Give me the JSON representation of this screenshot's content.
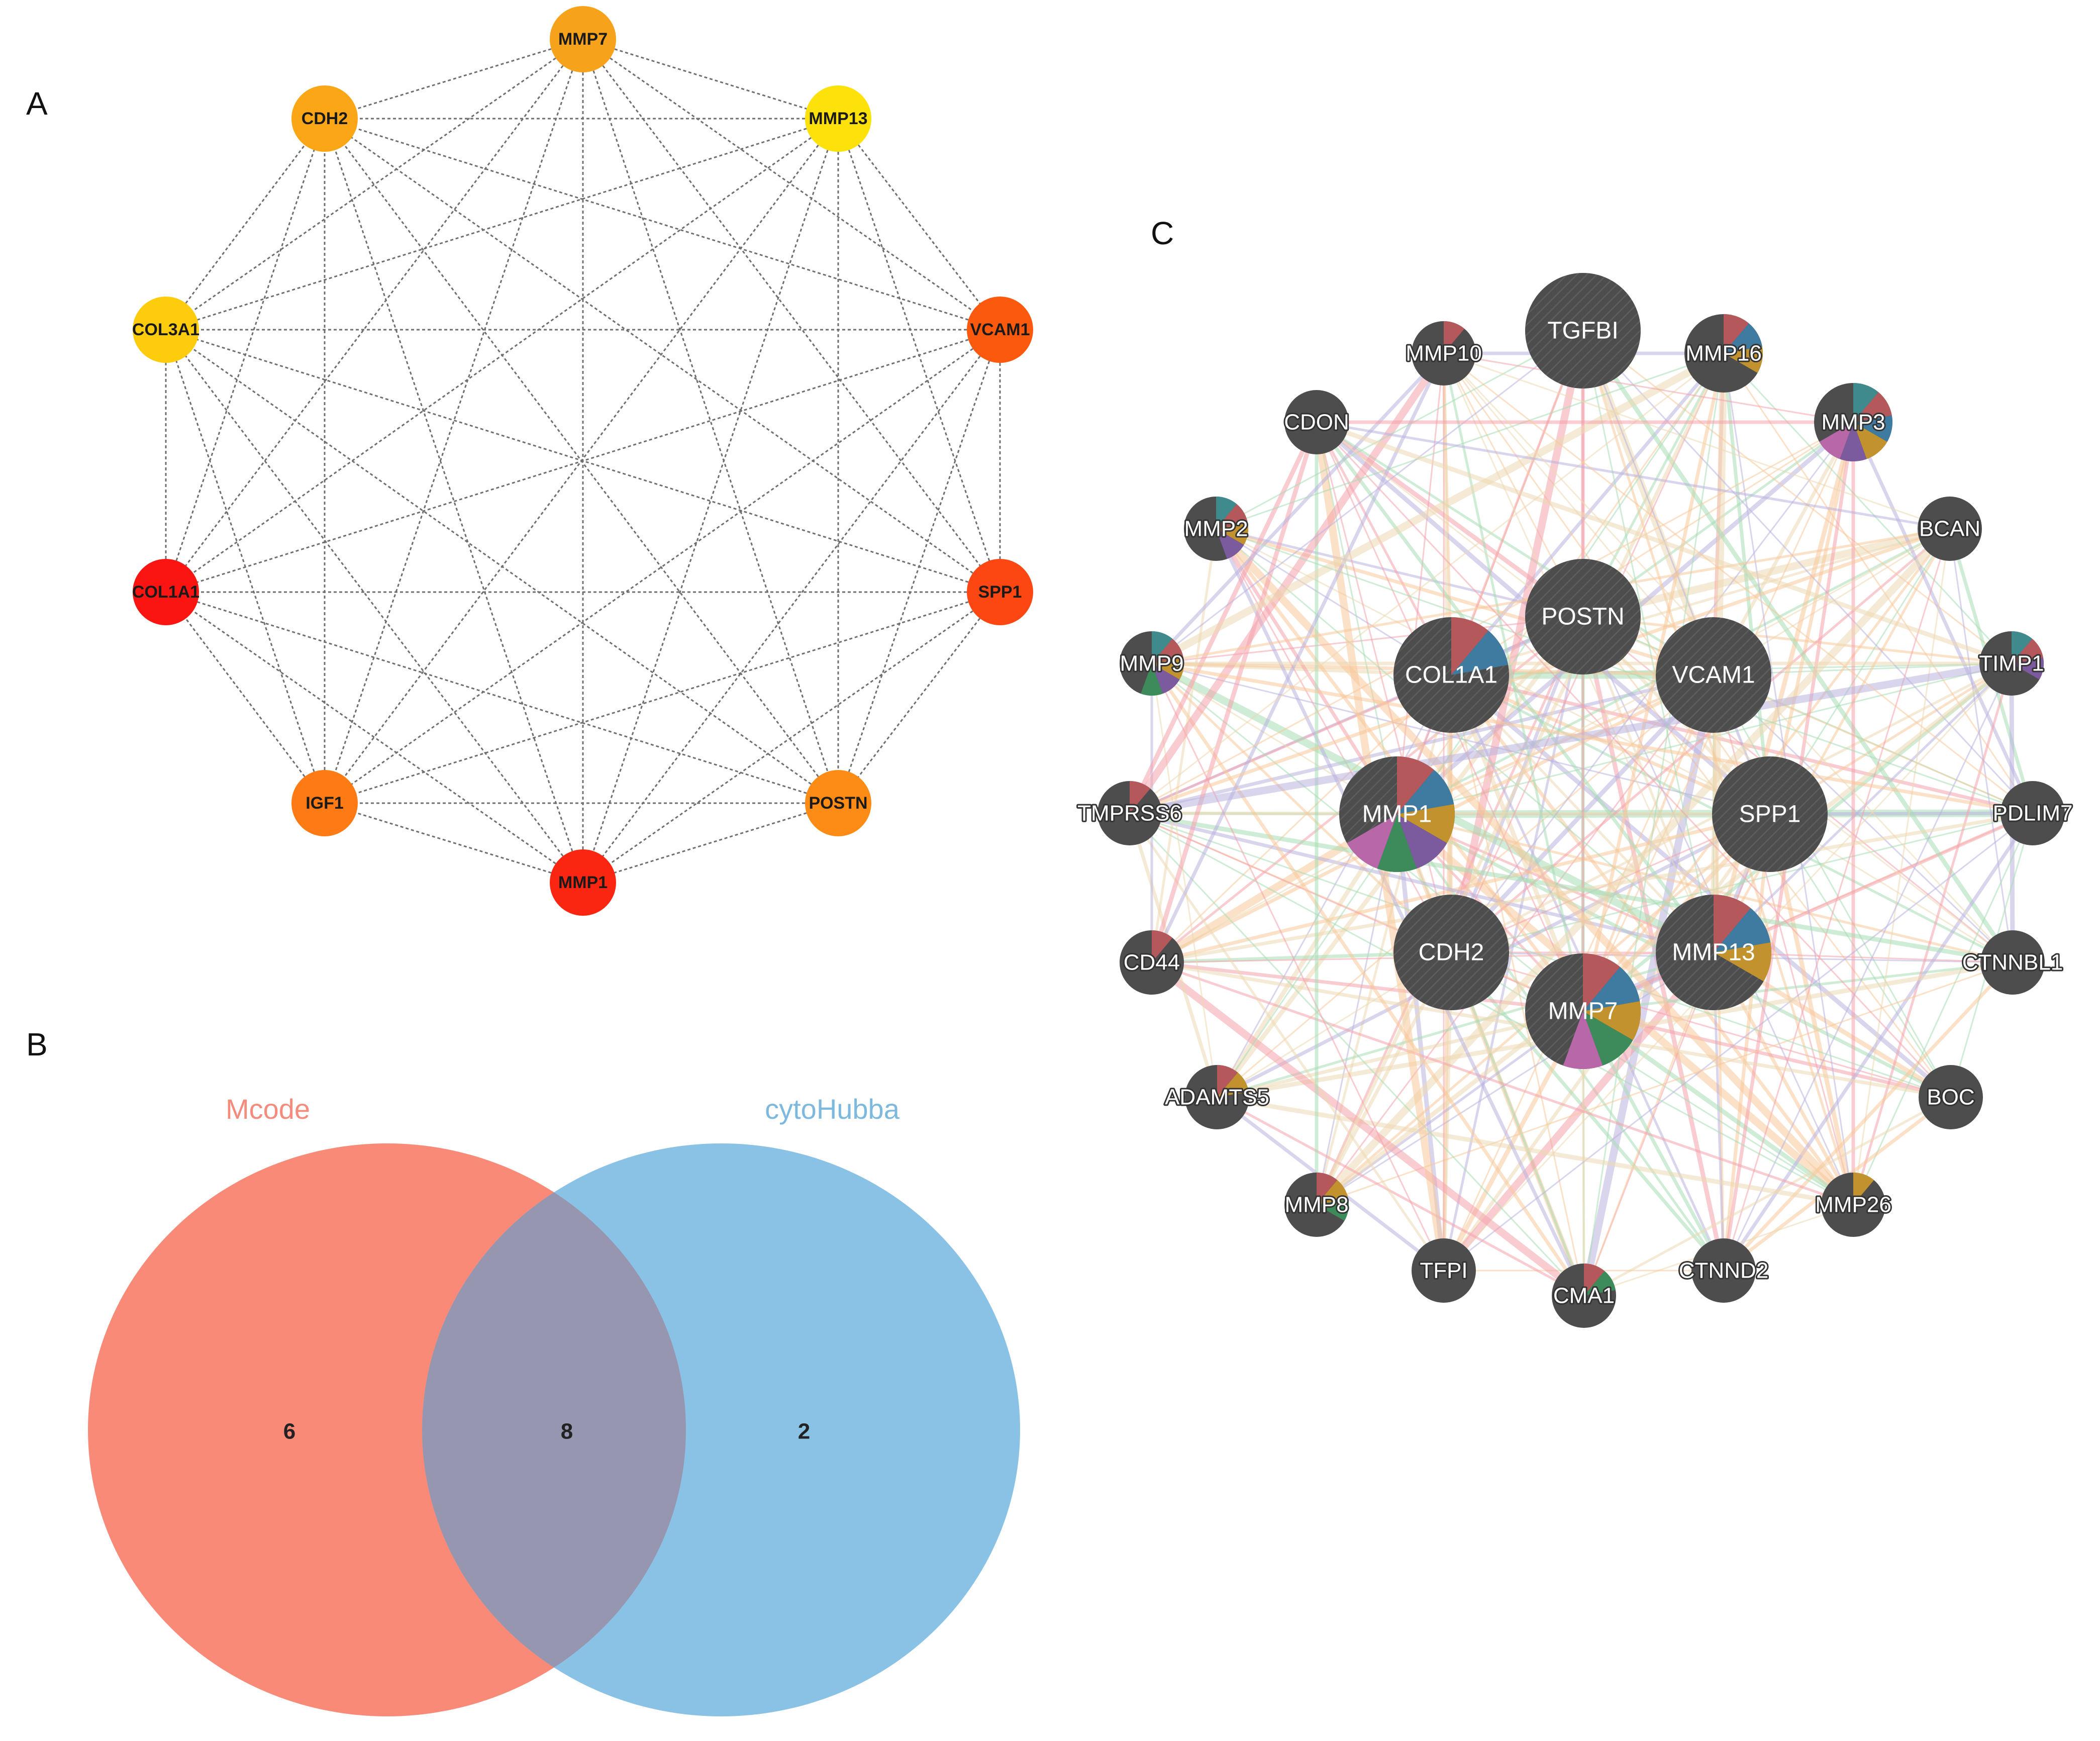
{
  "panels": {
    "a": "A",
    "b": "B",
    "c": "C"
  },
  "colors": {
    "background": "#ffffff",
    "panel_a_edge": "#6f6f6f",
    "panel_c_node": "#4d4d4d",
    "venn_mcode": "#fa8a78",
    "venn_cytohubba": "#8ac2e6",
    "venn_overlap": "#9696b0",
    "venn_mcode_text": "#f58b7c",
    "venn_cytohubba_text": "#7db8de",
    "pie_red": "#b5585b",
    "pie_blue": "#3f7ba0",
    "pie_gold": "#c2922e",
    "pie_purple": "#7b5a9e",
    "pie_green": "#3d8a5a",
    "pie_pink": "#b868a8",
    "pie_teal": "#3e8a8c",
    "edge_pink": "#f4a3ac",
    "edge_peach": "#f8c99a",
    "edge_lavender": "#b9b3de",
    "edge_mint": "#a8dcb4",
    "edge_beige": "#ecd9b2"
  },
  "panel_a": {
    "nodes": [
      {
        "label": "MMP7",
        "color": "#f7a21b"
      },
      {
        "label": "MMP13",
        "color": "#fde10a"
      },
      {
        "label": "VCAM1",
        "color": "#fb5a0e"
      },
      {
        "label": "SPP1",
        "color": "#fc4712"
      },
      {
        "label": "POSTN",
        "color": "#fd8c16"
      },
      {
        "label": "MMP1",
        "color": "#fb2612"
      },
      {
        "label": "IGF1",
        "color": "#fd7a14"
      },
      {
        "label": "COL1A1",
        "color": "#fa1412"
      },
      {
        "label": "COL3A1",
        "color": "#fdcc0c"
      },
      {
        "label": "CDH2",
        "color": "#fba616"
      }
    ],
    "edges": "complete"
  },
  "panel_b": {
    "sets": [
      {
        "name": "Mcode",
        "only_count": "6"
      },
      {
        "name": "cytoHubba",
        "only_count": "2"
      }
    ],
    "overlap_count": "8"
  },
  "panel_c": {
    "nodes": [
      {
        "label": "TGFBI",
        "size": "large",
        "slices": []
      },
      {
        "label": "MMP16",
        "size": "medium",
        "slices": [
          "pie_red",
          "pie_blue",
          "pie_gold"
        ]
      },
      {
        "label": "MMP3",
        "size": "medium",
        "slices": [
          "pie_teal",
          "pie_red",
          "pie_blue",
          "pie_gold",
          "pie_purple",
          "pie_pink"
        ]
      },
      {
        "label": "BCAN",
        "size": "small",
        "slices": []
      },
      {
        "label": "TIMP1",
        "size": "small",
        "slices": [
          "pie_teal",
          "pie_red",
          "pie_purple"
        ]
      },
      {
        "label": "PDLIM7",
        "size": "small",
        "slices": []
      },
      {
        "label": "CTNNBL1",
        "size": "small",
        "slices": []
      },
      {
        "label": "BOC",
        "size": "small",
        "slices": []
      },
      {
        "label": "MMP26",
        "size": "small",
        "slices": [
          "pie_gold"
        ]
      },
      {
        "label": "CTNND2",
        "size": "small",
        "slices": []
      },
      {
        "label": "CMA1",
        "size": "small",
        "slices": [
          "pie_red",
          "pie_green"
        ]
      },
      {
        "label": "TFPI",
        "size": "small",
        "slices": []
      },
      {
        "label": "MMP8",
        "size": "small",
        "slices": [
          "pie_red",
          "pie_gold",
          "pie_green"
        ]
      },
      {
        "label": "ADAMTS5",
        "size": "small",
        "slices": [
          "pie_red",
          "pie_gold"
        ]
      },
      {
        "label": "CD44",
        "size": "small",
        "slices": [
          "pie_red"
        ]
      },
      {
        "label": "TMPRSS6",
        "size": "small",
        "slices": [
          "pie_red"
        ]
      },
      {
        "label": "MMP9",
        "size": "small",
        "slices": [
          "pie_teal",
          "pie_red",
          "pie_gold",
          "pie_purple",
          "pie_green"
        ]
      },
      {
        "label": "MMP2",
        "size": "small",
        "slices": [
          "pie_teal",
          "pie_red",
          "pie_gold",
          "pie_purple"
        ]
      },
      {
        "label": "CDON",
        "size": "small",
        "slices": []
      },
      {
        "label": "MMP10",
        "size": "small",
        "slices": [
          "pie_red"
        ]
      },
      {
        "label": "POSTN",
        "size": "large",
        "slices": []
      },
      {
        "label": "COL1A1",
        "size": "large",
        "slices": [
          "pie_red",
          "pie_blue"
        ]
      },
      {
        "label": "VCAM1",
        "size": "large",
        "slices": []
      },
      {
        "label": "MMP1",
        "size": "large",
        "slices": [
          "pie_red",
          "pie_blue",
          "pie_gold",
          "pie_purple",
          "pie_green",
          "pie_pink"
        ]
      },
      {
        "label": "SPP1",
        "size": "large",
        "slices": []
      },
      {
        "label": "CDH2",
        "size": "large",
        "slices": []
      },
      {
        "label": "MMP13",
        "size": "large",
        "slices": [
          "pie_red",
          "pie_blue",
          "pie_gold"
        ]
      },
      {
        "label": "MMP7",
        "size": "large",
        "slices": [
          "pie_red",
          "pie_blue",
          "pie_gold",
          "pie_green",
          "pie_pink"
        ]
      }
    ]
  }
}
